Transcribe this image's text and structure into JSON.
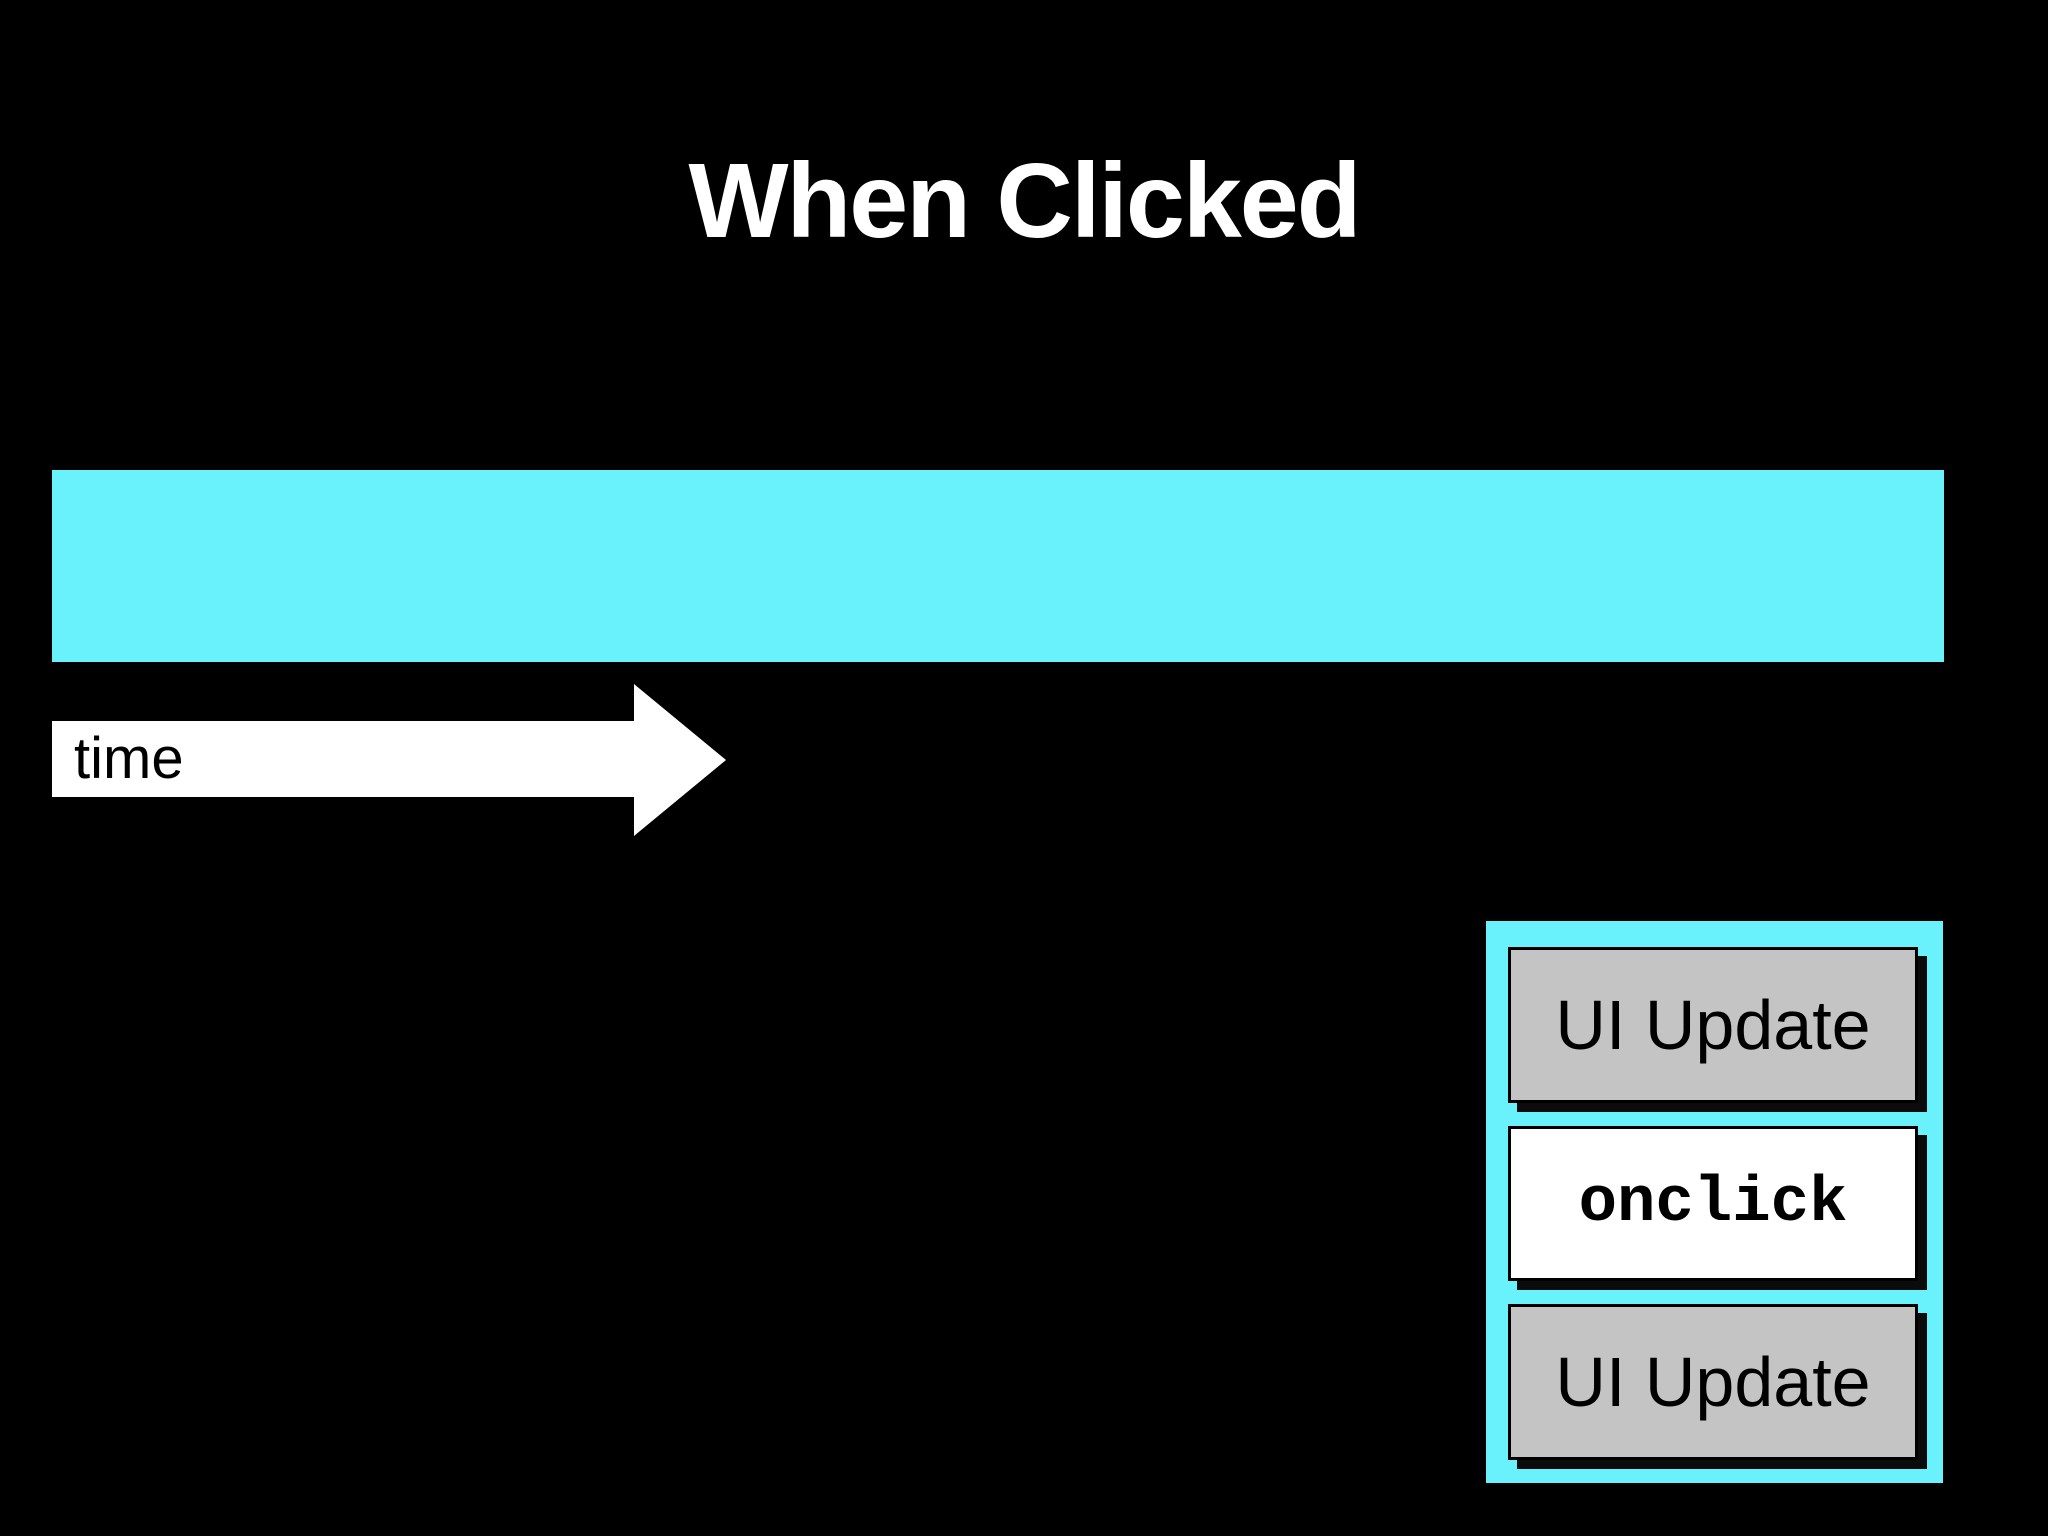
{
  "title": "When Clicked",
  "colors": {
    "background": "#000000",
    "cyan": "#6AF2FC",
    "box_gray": "#C4C4C4",
    "box_white": "#FFFFFF",
    "text_dark": "#000000",
    "title_text": "#FFFFFF",
    "arrow_fill": "#FFFFFF",
    "shadow": "#0B0B0B"
  },
  "timeline": {
    "time_label": "time"
  },
  "stack": {
    "items": [
      {
        "label": "UI Update",
        "variant": "gray"
      },
      {
        "label": "onclick",
        "variant": "code"
      },
      {
        "label": "UI Update",
        "variant": "gray"
      }
    ]
  }
}
